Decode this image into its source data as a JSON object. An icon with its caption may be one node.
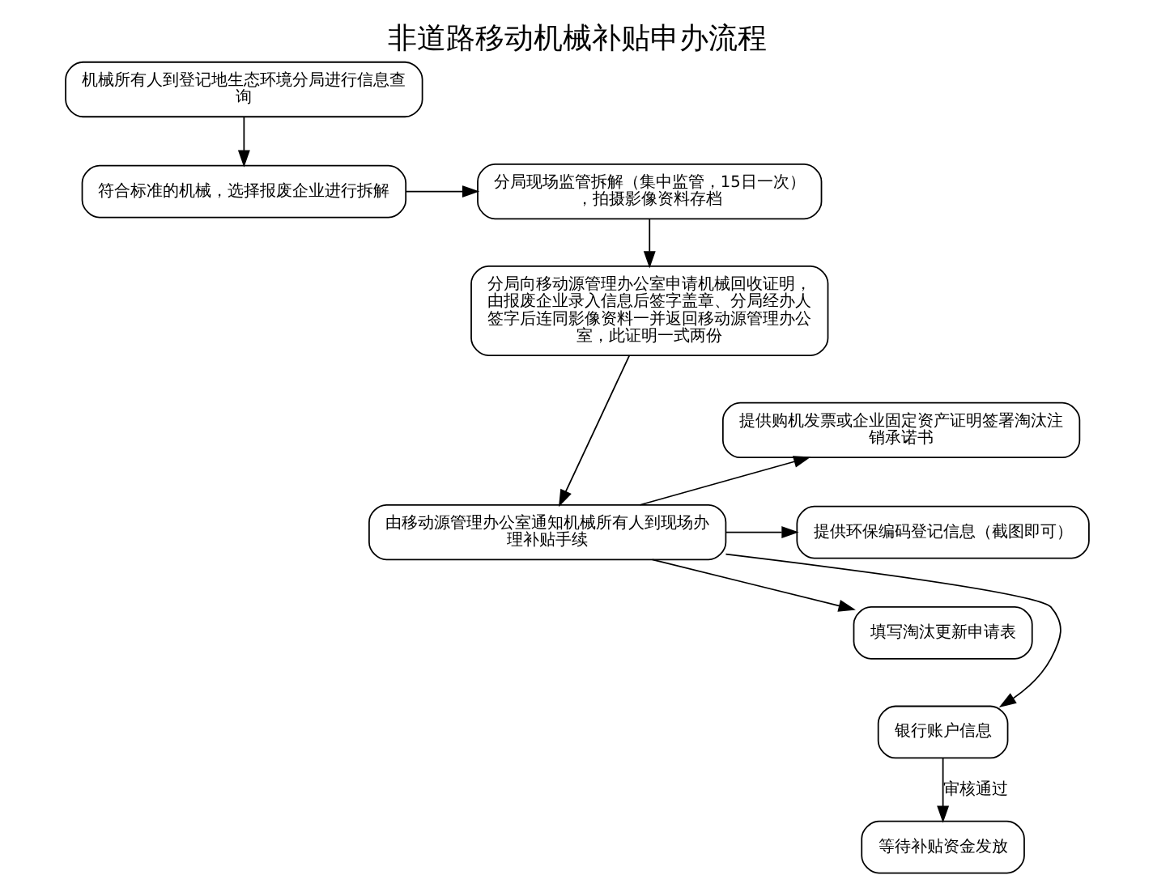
{
  "diagram": {
    "title": "非道路移动机械补贴申办流程",
    "nodes": [
      {
        "text": [
          "机械所有人到登记地生态环境分局进行信息查询"
        ]
      },
      {
        "text": [
          "符合标准的机械，选择报废企业进行拆解"
        ]
      },
      {
        "text": [
          "分局现场监管拆解（集中监管，15日一次），拍摄影像资料存档"
        ]
      },
      {
        "text": [
          "分局向移动源管理办公室申请机械回收证明，由报废企业录入信息后签字盖章、分局经办人签字后连同影像资料一并返回移动源管理办公室，此证明一式两份"
        ]
      },
      {
        "text": [
          "由移动源管理办公室通知机械所有人到现场办理补贴手续"
        ]
      },
      {
        "text": [
          "提供购机发票或企业固定资产证明签署淘汰注销承诺书"
        ]
      },
      {
        "text": [
          "提供环保编码登记信息（截图即可）"
        ]
      },
      {
        "text": [
          "填写淘汰更新申请表"
        ]
      },
      {
        "text": [
          "银行账户信息"
        ]
      },
      {
        "text": [
          "等待补贴资金发放"
        ]
      }
    ],
    "edges": [
      {
        "from": 0,
        "to": 1,
        "arrow": "to"
      },
      {
        "from": 1,
        "to": 2,
        "arrow": "to"
      },
      {
        "from": 2,
        "to": 3,
        "arrow": "to"
      },
      {
        "from": 3,
        "to": 4,
        "arrow": "to"
      },
      {
        "from": 4,
        "to": 5,
        "arrow": "to"
      },
      {
        "from": 4,
        "to": 6,
        "arrow": "to"
      },
      {
        "from": 4,
        "to": 7,
        "arrow": "to"
      },
      {
        "from": 4,
        "to": 8,
        "arrow": "to"
      },
      {
        "from": 8,
        "to": 9,
        "arrow": "to",
        "label": "审核通过"
      }
    ]
  }
}
